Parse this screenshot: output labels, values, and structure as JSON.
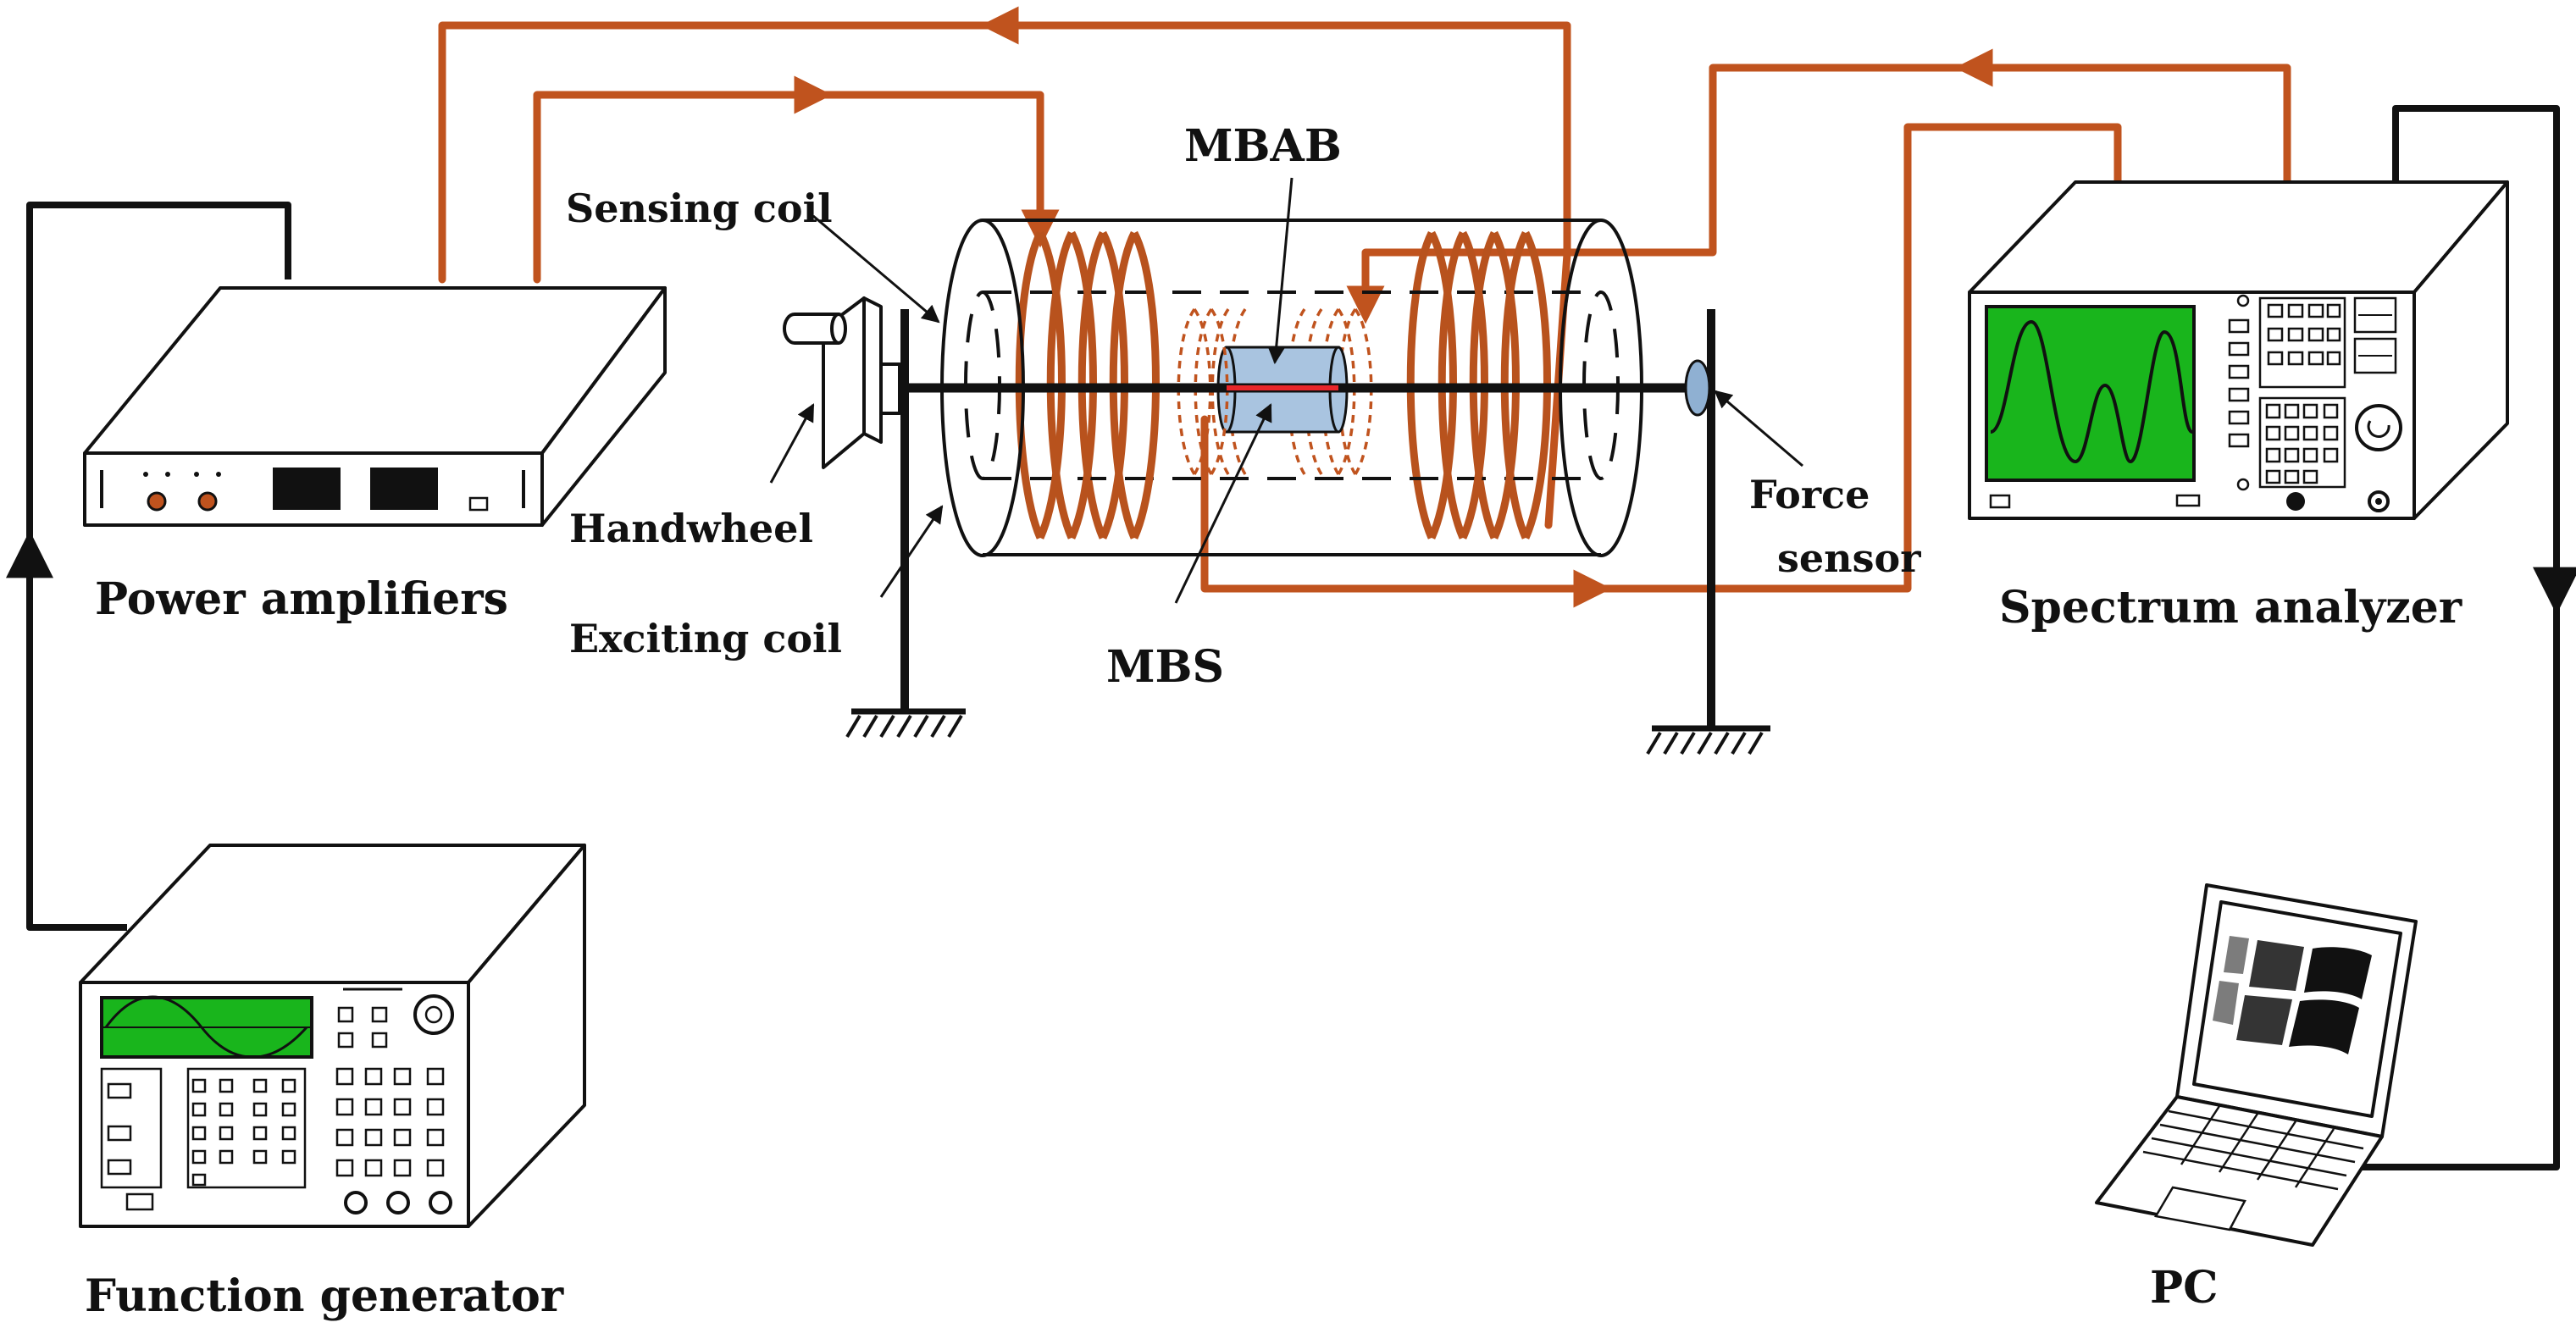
{
  "labels": {
    "sensing_coil": "Sensing coil",
    "mbab": "MBAB",
    "handwheel": "Handwheel",
    "exciting_coil": "Exciting coil",
    "mbs": "MBS",
    "force_sensor_line1": "Force",
    "force_sensor_line2": "sensor",
    "power_amplifiers": "Power amplifiers",
    "spectrum_analyzer": "Spectrum analyzer",
    "function_generator": "Function generator",
    "pc": "PC"
  },
  "colors": {
    "signal_wire": "#c0531e",
    "control_wire": "#111111",
    "screen": "#19b51c",
    "specimen": "#a9c4e0",
    "specimen_mark": "#e8262a"
  }
}
